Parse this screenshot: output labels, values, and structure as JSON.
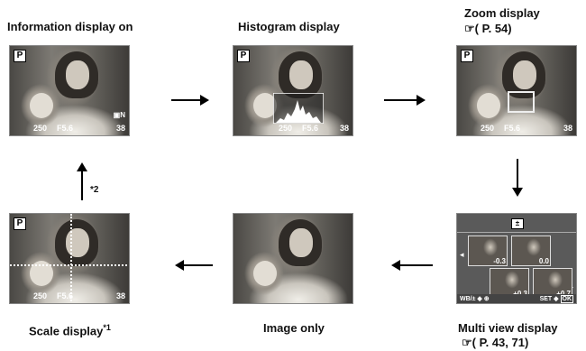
{
  "labels": {
    "info_on": "Information display on",
    "histogram": "Histogram display",
    "zoom": "Zoom display",
    "zoom_ref": "( P. 54)",
    "scale": "Scale display",
    "scale_note": "*1",
    "image_only": "Image only",
    "multi": "Multi view display",
    "multi_ref": "( P. 43, 71)",
    "note2": "*2"
  },
  "screen": {
    "mode": "P",
    "shutter": "250",
    "aperture": "F5.6",
    "frame": "38"
  },
  "multi_view": {
    "values": [
      "-0.3",
      "0.0",
      "+0.3",
      "+0.7"
    ],
    "bottom_left": "WB/",
    "bottom_right": "SET",
    "ok": "OK"
  }
}
